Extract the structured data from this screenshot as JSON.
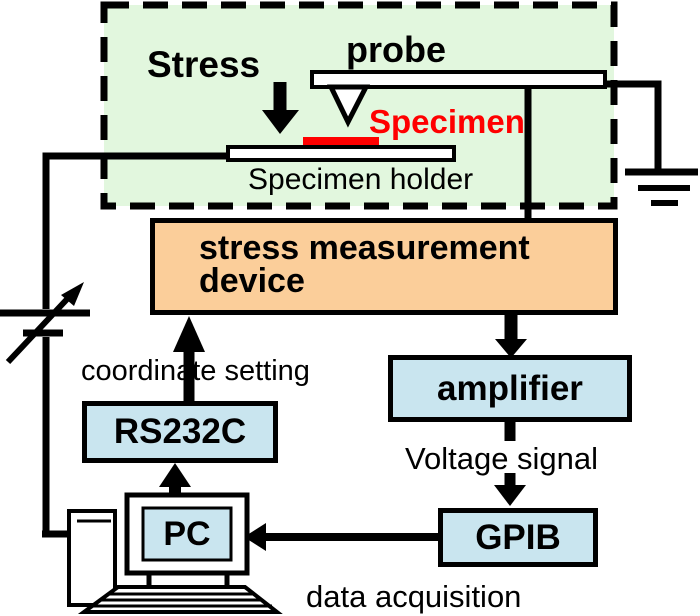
{
  "diagram": {
    "chamber": {
      "stress_label": "Stress",
      "probe_label": "probe",
      "specimen_label": "Specimen",
      "specimen_holder_label": "Specimen holder"
    },
    "nodes": {
      "device": {
        "label_lines": [
          "stress measurement",
          "device"
        ],
        "fill": "#FBCE9A"
      },
      "amplifier": {
        "label": "amplifier",
        "fill": "#C9E5EF"
      },
      "gpib": {
        "label": "GPIB",
        "fill": "#C9E5EF"
      },
      "rs232c": {
        "label": "RS232C",
        "fill": "#C9E5EF"
      },
      "pc": {
        "label": "PC",
        "fill": "#C9E5EF"
      }
    },
    "annotations": {
      "coordinate_setting": "coordinate setting",
      "voltage_signal": "Voltage signal",
      "data_acquisition": "data acquisition"
    },
    "colors": {
      "chamber_fill": "#E2F7DE",
      "device_fill": "#FBCE9A",
      "interface_fill": "#C9E5EF",
      "specimen_red": "#FF0000",
      "line_black": "#000000",
      "background": "#FFFFFF"
    }
  }
}
